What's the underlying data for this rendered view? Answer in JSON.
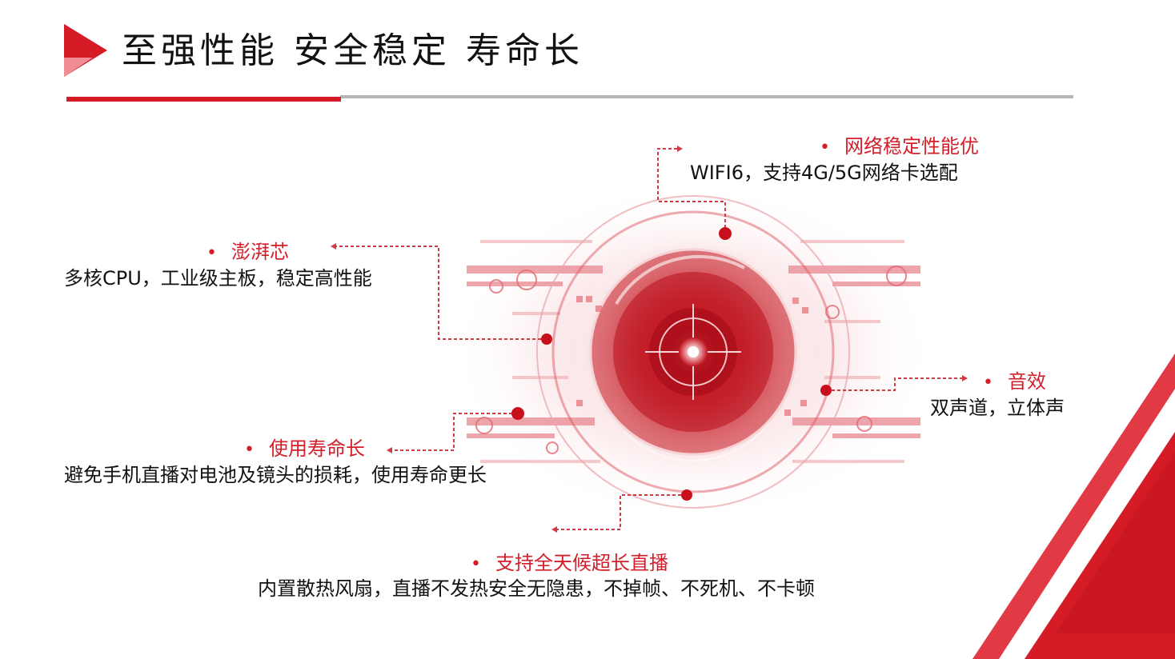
{
  "header": {
    "title": "至强性能  安全稳定  寿命长"
  },
  "features": {
    "network": {
      "title": "网络稳定性能优",
      "desc": "WIFI6，支持4G/5G网络卡选配"
    },
    "chip": {
      "title": "澎湃芯",
      "desc": "多核CPU，工业级主板，稳定高性能"
    },
    "audio": {
      "title": "音效",
      "desc": "双声道，立体声"
    },
    "lifespan": {
      "title": "使用寿命长",
      "desc": "避免手机直播对电池及镜头的损耗，使用寿命更长"
    },
    "allday": {
      "title": "支持全天候超长直播",
      "desc": "内置散热风扇，直播不发热安全无隐患，不掉帧、不死机、不卡顿"
    }
  },
  "bullet": "•",
  "colors": {
    "accent_red": "#d51b26",
    "rule_gray": "#b5b5b5",
    "corner_gray": "#c9c9c9"
  },
  "icons": {
    "title_marker": "red-triangle-arrow-icon",
    "center_graphic": "tech-eye-lens-graphic"
  }
}
